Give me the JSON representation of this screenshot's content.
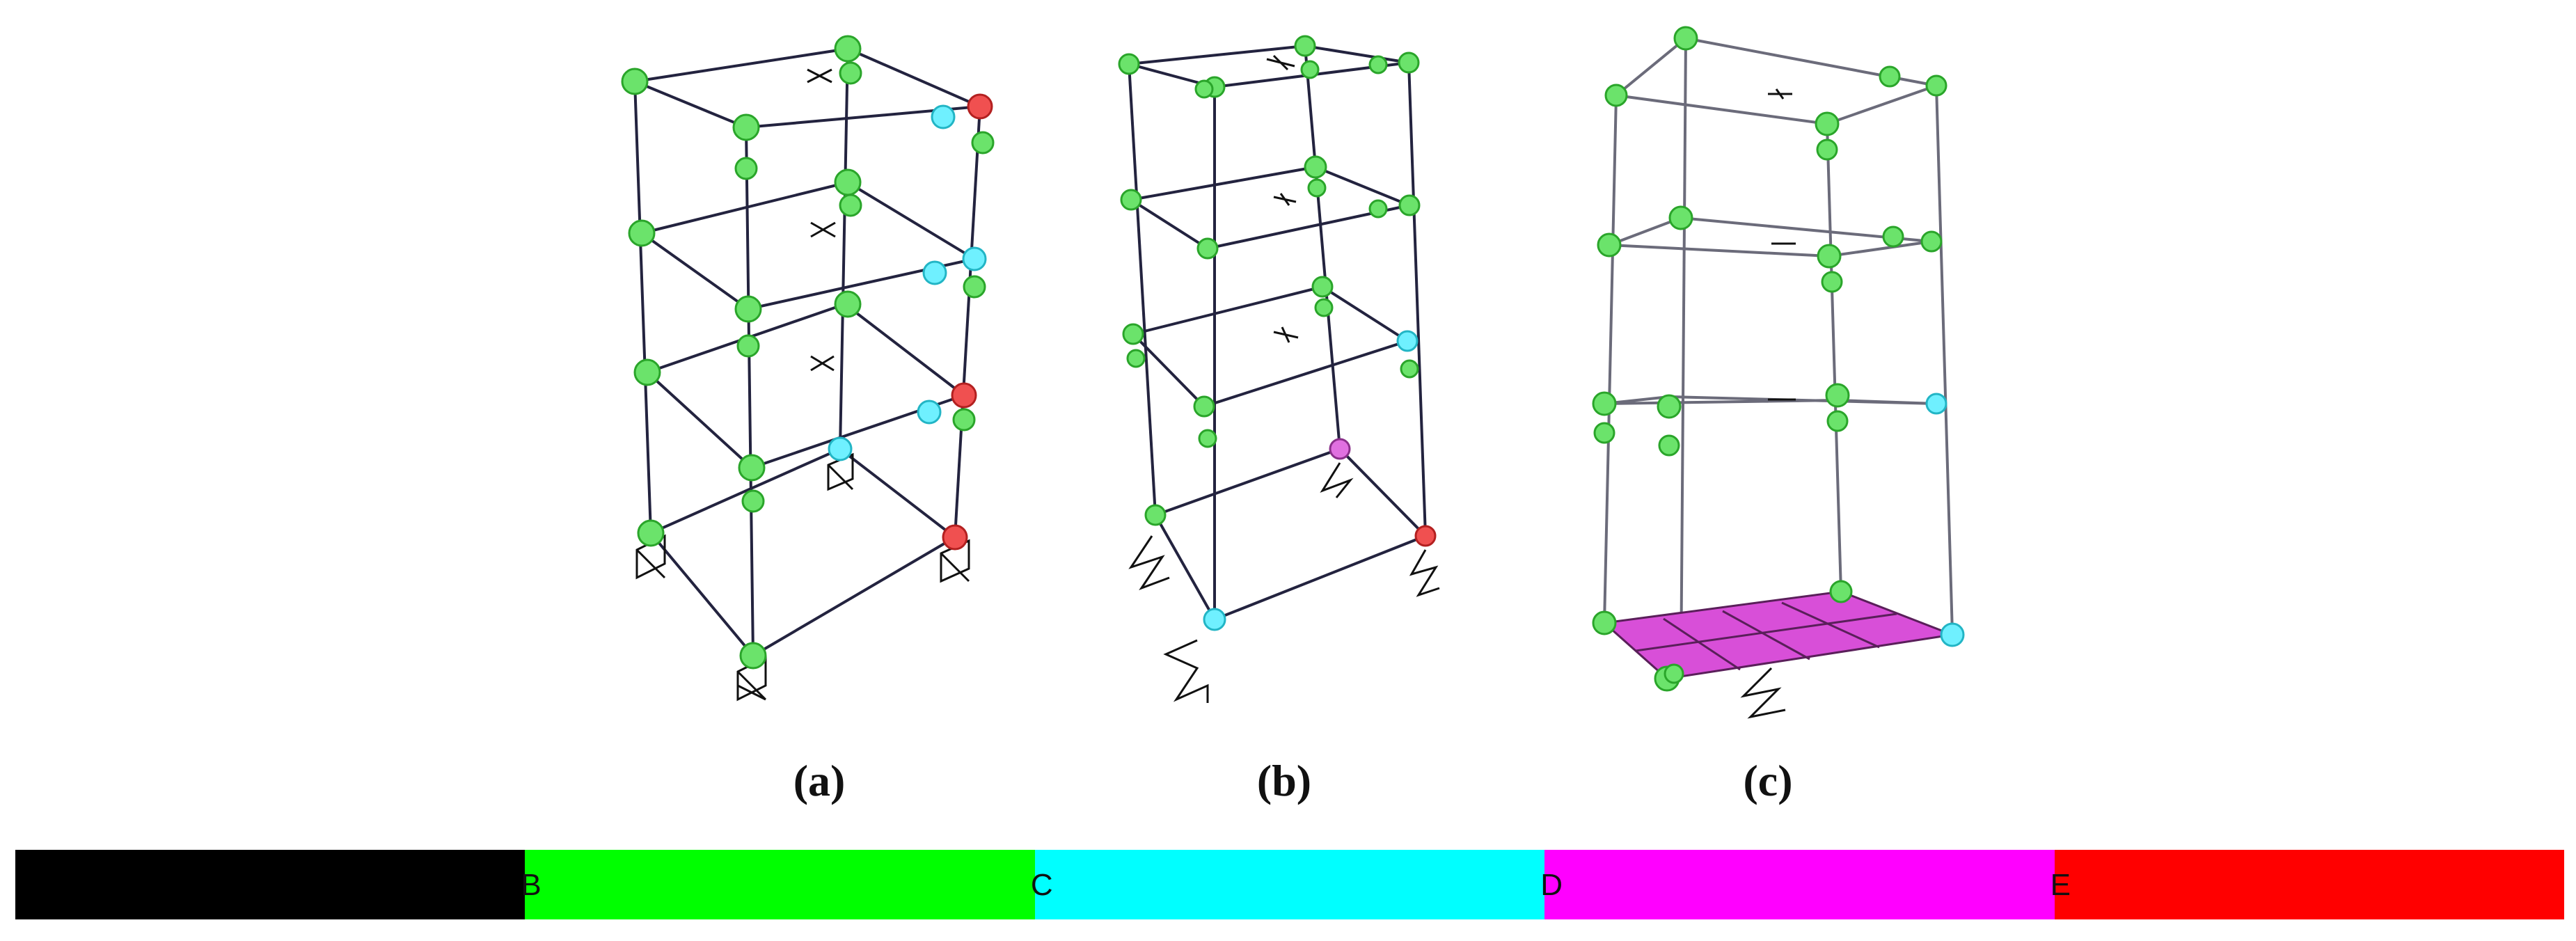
{
  "panels": [
    {
      "id": "a",
      "label": "(a)"
    },
    {
      "id": "b",
      "label": "(b)"
    },
    {
      "id": "c",
      "label": "(c)"
    }
  ],
  "legend": {
    "segments": [
      {
        "label": "",
        "color": "#000000"
      },
      {
        "label": "B",
        "color": "#00ff00"
      },
      {
        "label": "C",
        "color": "#00ffff"
      },
      {
        "label": "D",
        "color": "#ff00ff"
      },
      {
        "label": "E",
        "color": "#ff0000"
      }
    ]
  },
  "colors": {
    "frame_line": "#23233f",
    "frame_line_c": "#6b6b7a",
    "hinge_green": "#6be36b",
    "hinge_cyan": "#6ff0ff",
    "hinge_magenta": "#e070e0",
    "hinge_red": "#f05050",
    "base_slab": "#d84fd8"
  },
  "icons": [
    "pin-support-icon",
    "spring-support-icon",
    "hinge-marker-icon"
  ]
}
